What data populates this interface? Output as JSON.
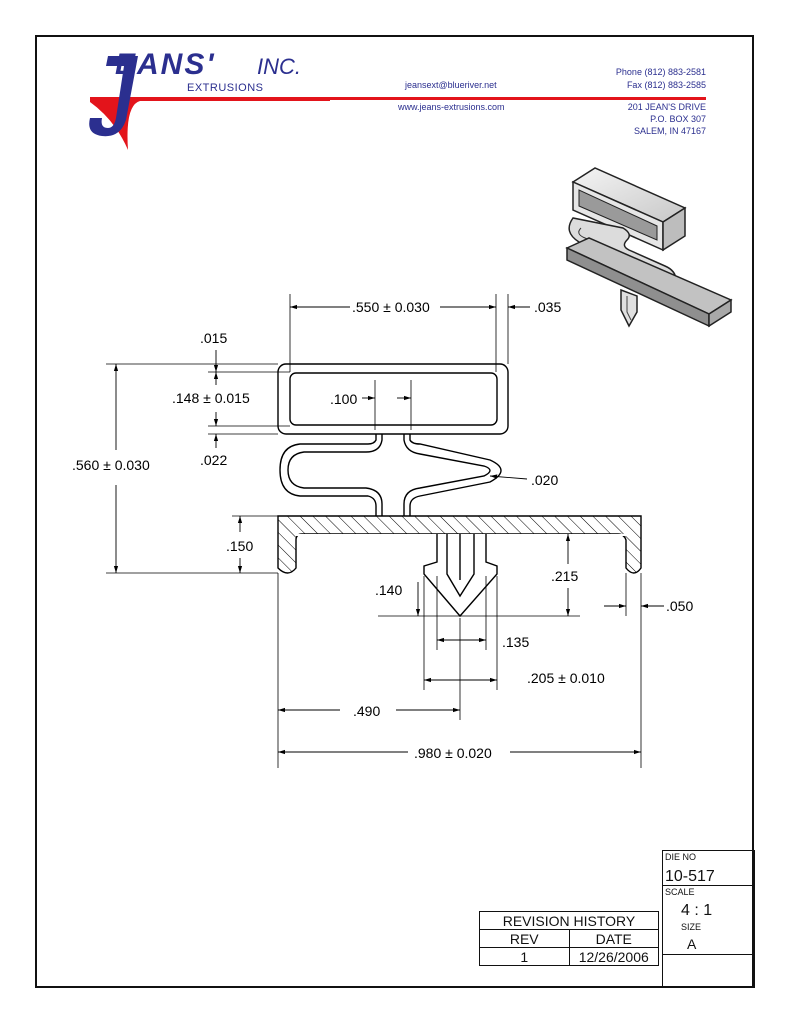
{
  "header": {
    "logo_letter": "J",
    "logo_name": "EANS'",
    "logo_inc": "INC.",
    "logo_sub": "EXTRUSIONS",
    "email": "jeansext@blueriver.net",
    "website": "www.jeans-extrusions.com",
    "phone": "Phone (812) 883-2581",
    "fax": "Fax (812) 883-2585",
    "address1": "201 JEAN'S DRIVE",
    "address2": "P.O. BOX 307",
    "address3": "SALEM, IN 47167"
  },
  "dimensions": {
    "top_width": ".550 ± 0.030",
    "wall_right": ".035",
    "wall_top": ".015",
    "top_height": ".148 ± 0.015",
    "slot": ".100",
    "overall_height": ".560 ± 0.030",
    "gap": ".022",
    "hinge_wall": ".020",
    "base_height": ".150",
    "dart_height": ".140",
    "flange_depth": ".215",
    "lip": ".050",
    "dart_neck": ".135",
    "dart_width": ".205 ± 0.010",
    "dart_offset": ".490",
    "overall_width": ".980 ± 0.020"
  },
  "revision": {
    "title": "REVISION HISTORY",
    "col_rev": "REV",
    "col_date": "DATE",
    "rows": [
      {
        "rev": "1",
        "date": "12/26/2006"
      }
    ]
  },
  "title_block": {
    "die_label": "DIE NO",
    "die_value": "10-517",
    "scale_label": "SCALE",
    "scale_value": "4 : 1",
    "size_label": "SIZE",
    "size_value": "A"
  },
  "colors": {
    "logo_blue": "#2b2f8f",
    "logo_red": "#e3141b",
    "line": "#000000"
  }
}
